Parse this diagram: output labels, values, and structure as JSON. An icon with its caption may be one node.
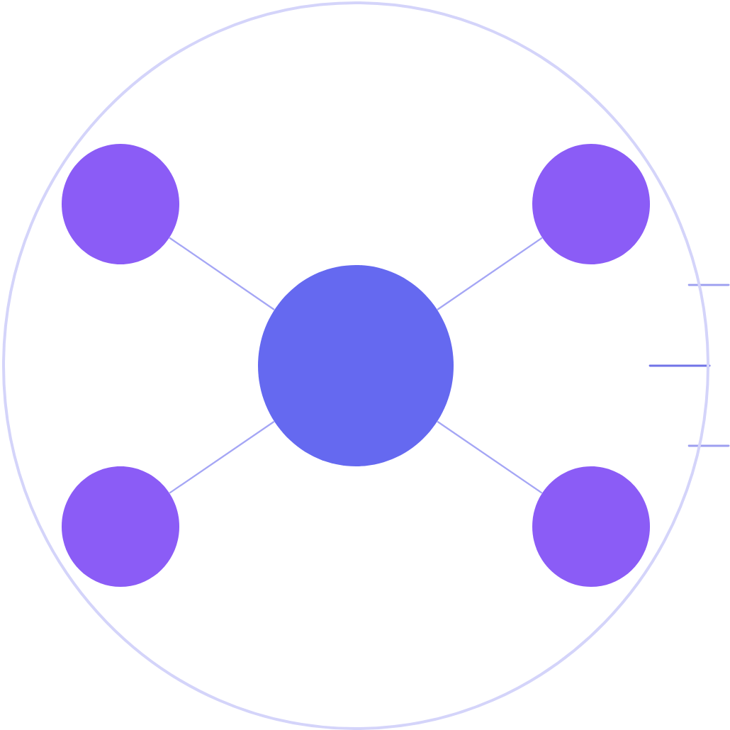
{
  "diagram": {
    "nodes": [
      {
        "text": [],
        "shape": "circle"
      },
      {
        "text": [],
        "shape": "circle",
        "in": 0
      },
      {
        "text": [],
        "shape": "circle",
        "in": 0
      },
      {
        "text": [],
        "shape": "circle",
        "in": 0
      },
      {
        "text": [],
        "shape": "circle",
        "in": 0
      },
      {
        "text": [],
        "shape": "circle",
        "in": 0
      }
    ],
    "edges": [
      {
        "from": 3,
        "to": 1,
        "arrow": "none"
      },
      {
        "from": 3,
        "to": 2,
        "arrow": "none"
      },
      {
        "from": 3,
        "to": 4,
        "arrow": "none"
      },
      {
        "from": 3,
        "to": 5,
        "arrow": "none"
      }
    ]
  }
}
